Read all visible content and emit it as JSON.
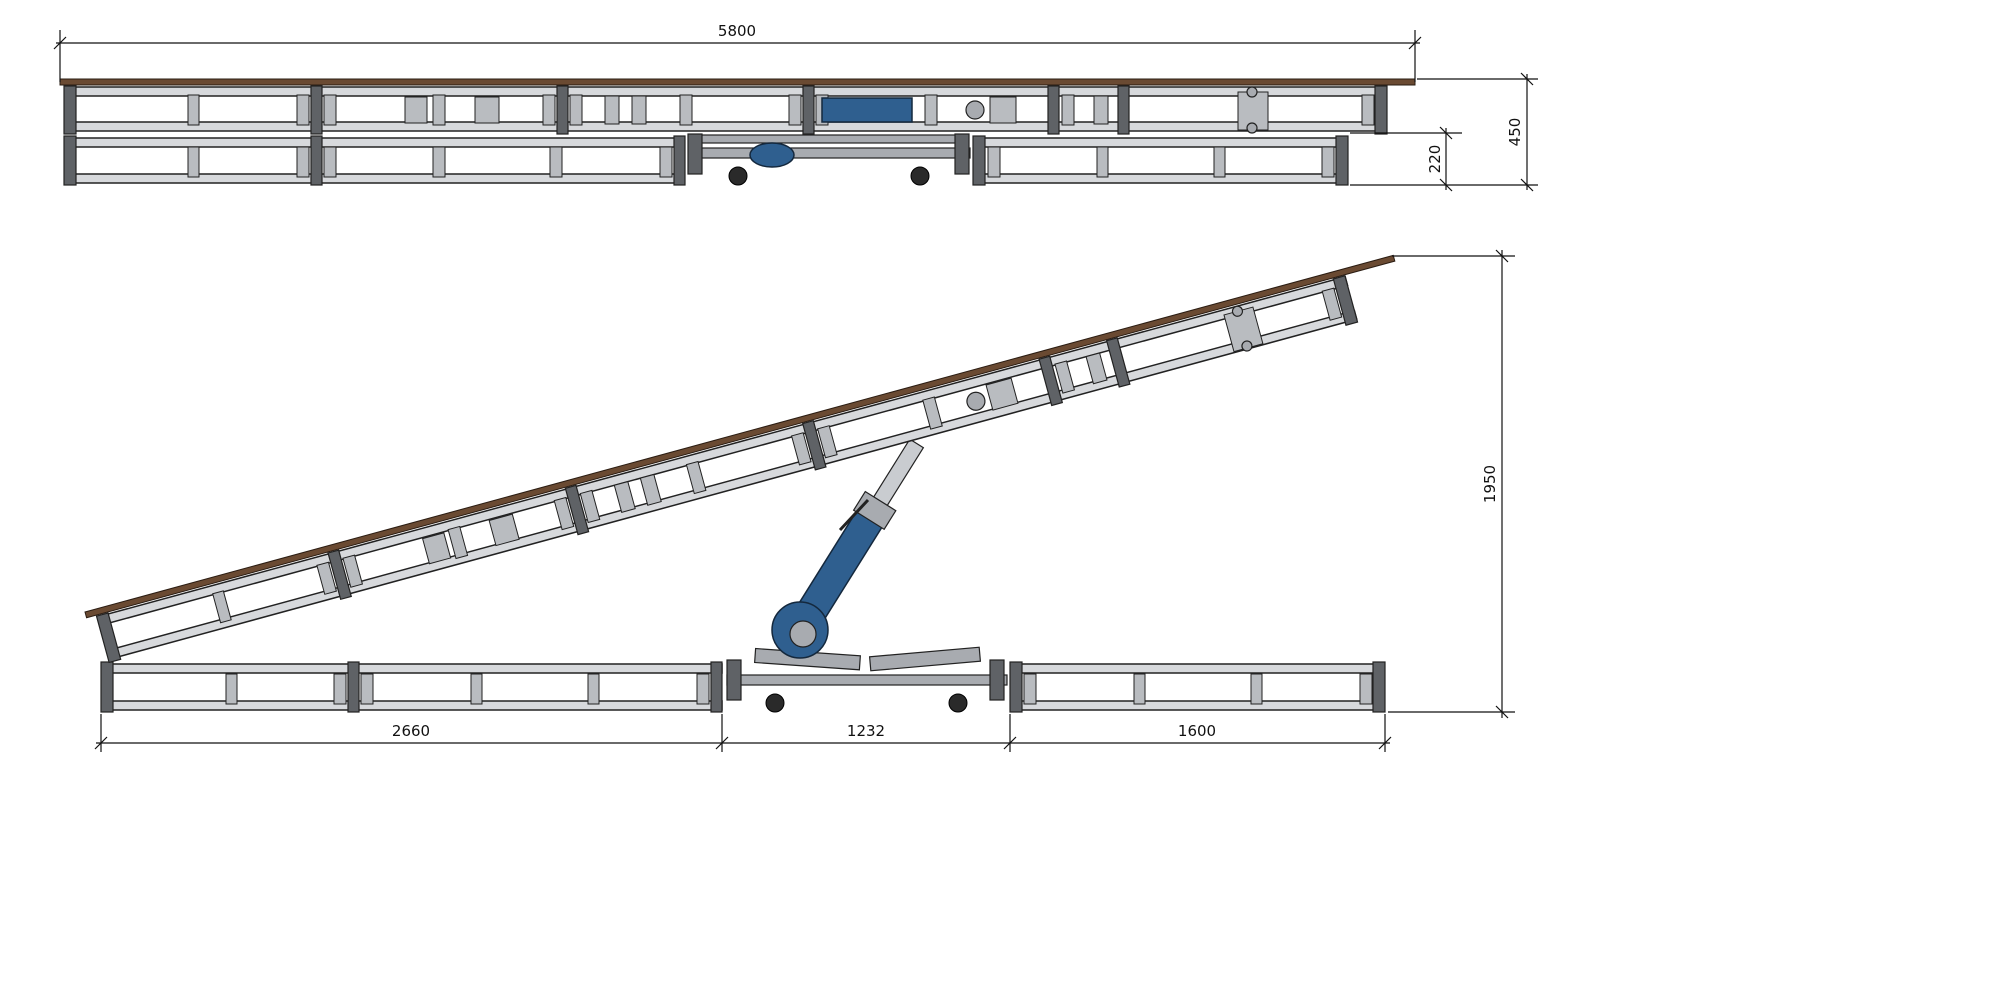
{
  "dimensions": {
    "overall_length": "5800",
    "closed_height": "450",
    "base_height": "220",
    "raised_height": "1950",
    "left_section": "2660",
    "middle_section": "1232",
    "right_section": "1600"
  },
  "colors": {
    "frame": "#d7d9dc",
    "post": "#5f6266",
    "deck": "#6a4a32",
    "hydraulic": "#2f5f8f"
  }
}
